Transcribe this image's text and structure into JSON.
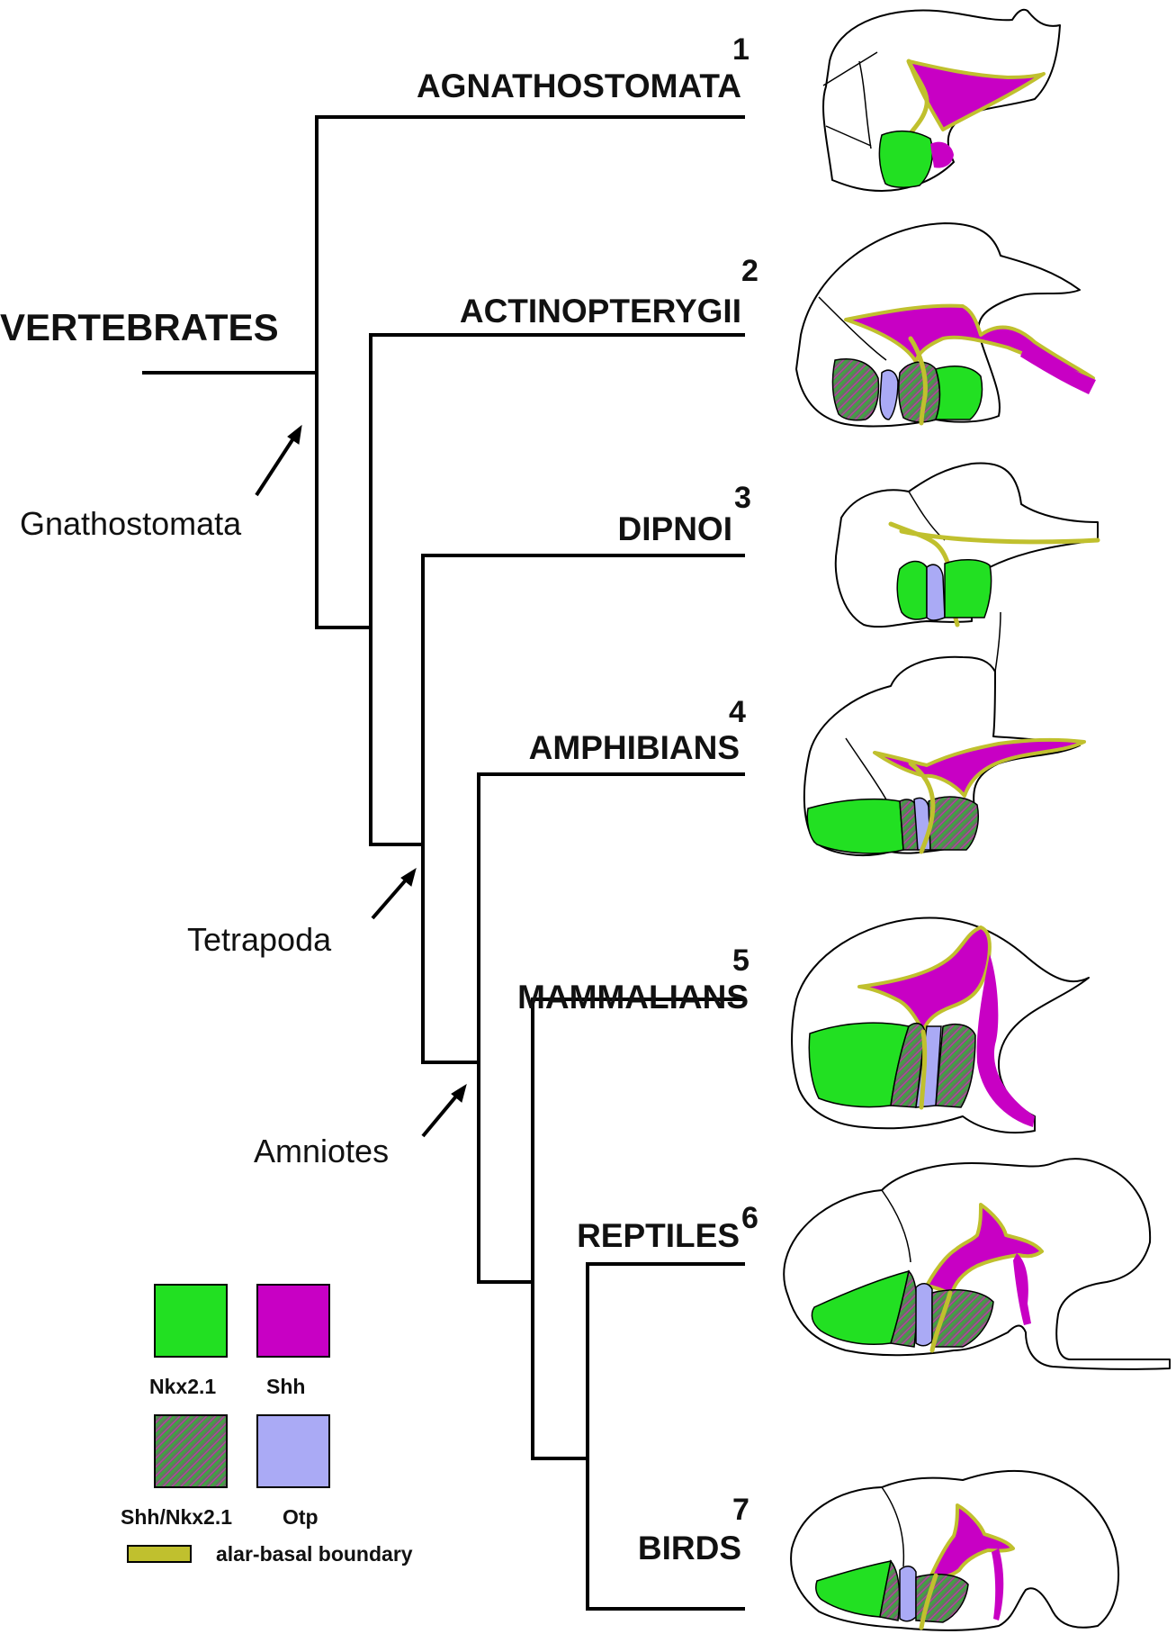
{
  "root_label": "VERTEBRATES",
  "clades": [
    {
      "number": "1",
      "name": "AGNATHOSTOMATA"
    },
    {
      "number": "2",
      "name": "ACTINOPTERYGII"
    },
    {
      "number": "3",
      "name": "DIPNOI"
    },
    {
      "number": "4",
      "name": "AMPHIBIANS"
    },
    {
      "number": "5",
      "name": "MAMMALIANS"
    },
    {
      "number": "6",
      "name": "REPTILES"
    },
    {
      "number": "7",
      "name": "BIRDS"
    }
  ],
  "nodes": [
    "Gnathostomata",
    "Tetrapoda",
    "Amniotes"
  ],
  "legend": [
    {
      "label": "Nkx2.1",
      "color": "#22e022"
    },
    {
      "label": "Shh",
      "color": "#c800c4"
    },
    {
      "label": "Shh/Nkx2.1",
      "color": "hatched green/magenta"
    },
    {
      "label": "Otp",
      "color": "#aaaaf5"
    },
    {
      "label": "alar-basal boundary",
      "color": "#c0c02e"
    }
  ]
}
